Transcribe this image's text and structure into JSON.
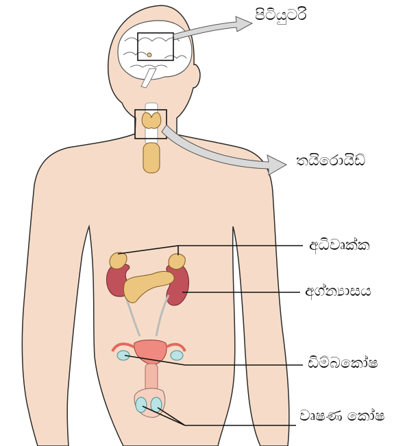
{
  "labels": {
    "pituitary": "පිටියුටරි",
    "thyroid": "තයිරොයිඩ්",
    "adrenal": "අධිවෘක්ක",
    "pancreas": "අග්න්‍යාසය",
    "ovaries": "ඩිම්බකෝෂ",
    "testes": "වෘෂණ කෝෂ"
  },
  "colors": {
    "skin": "#f6dcc8",
    "outline": "#2a2a2a",
    "gland": "#ecc57f",
    "kidney": "#c0505a",
    "uterus": "#f08a80",
    "ovary": "#b9e3e4",
    "arrow": "#d9d9d9"
  }
}
